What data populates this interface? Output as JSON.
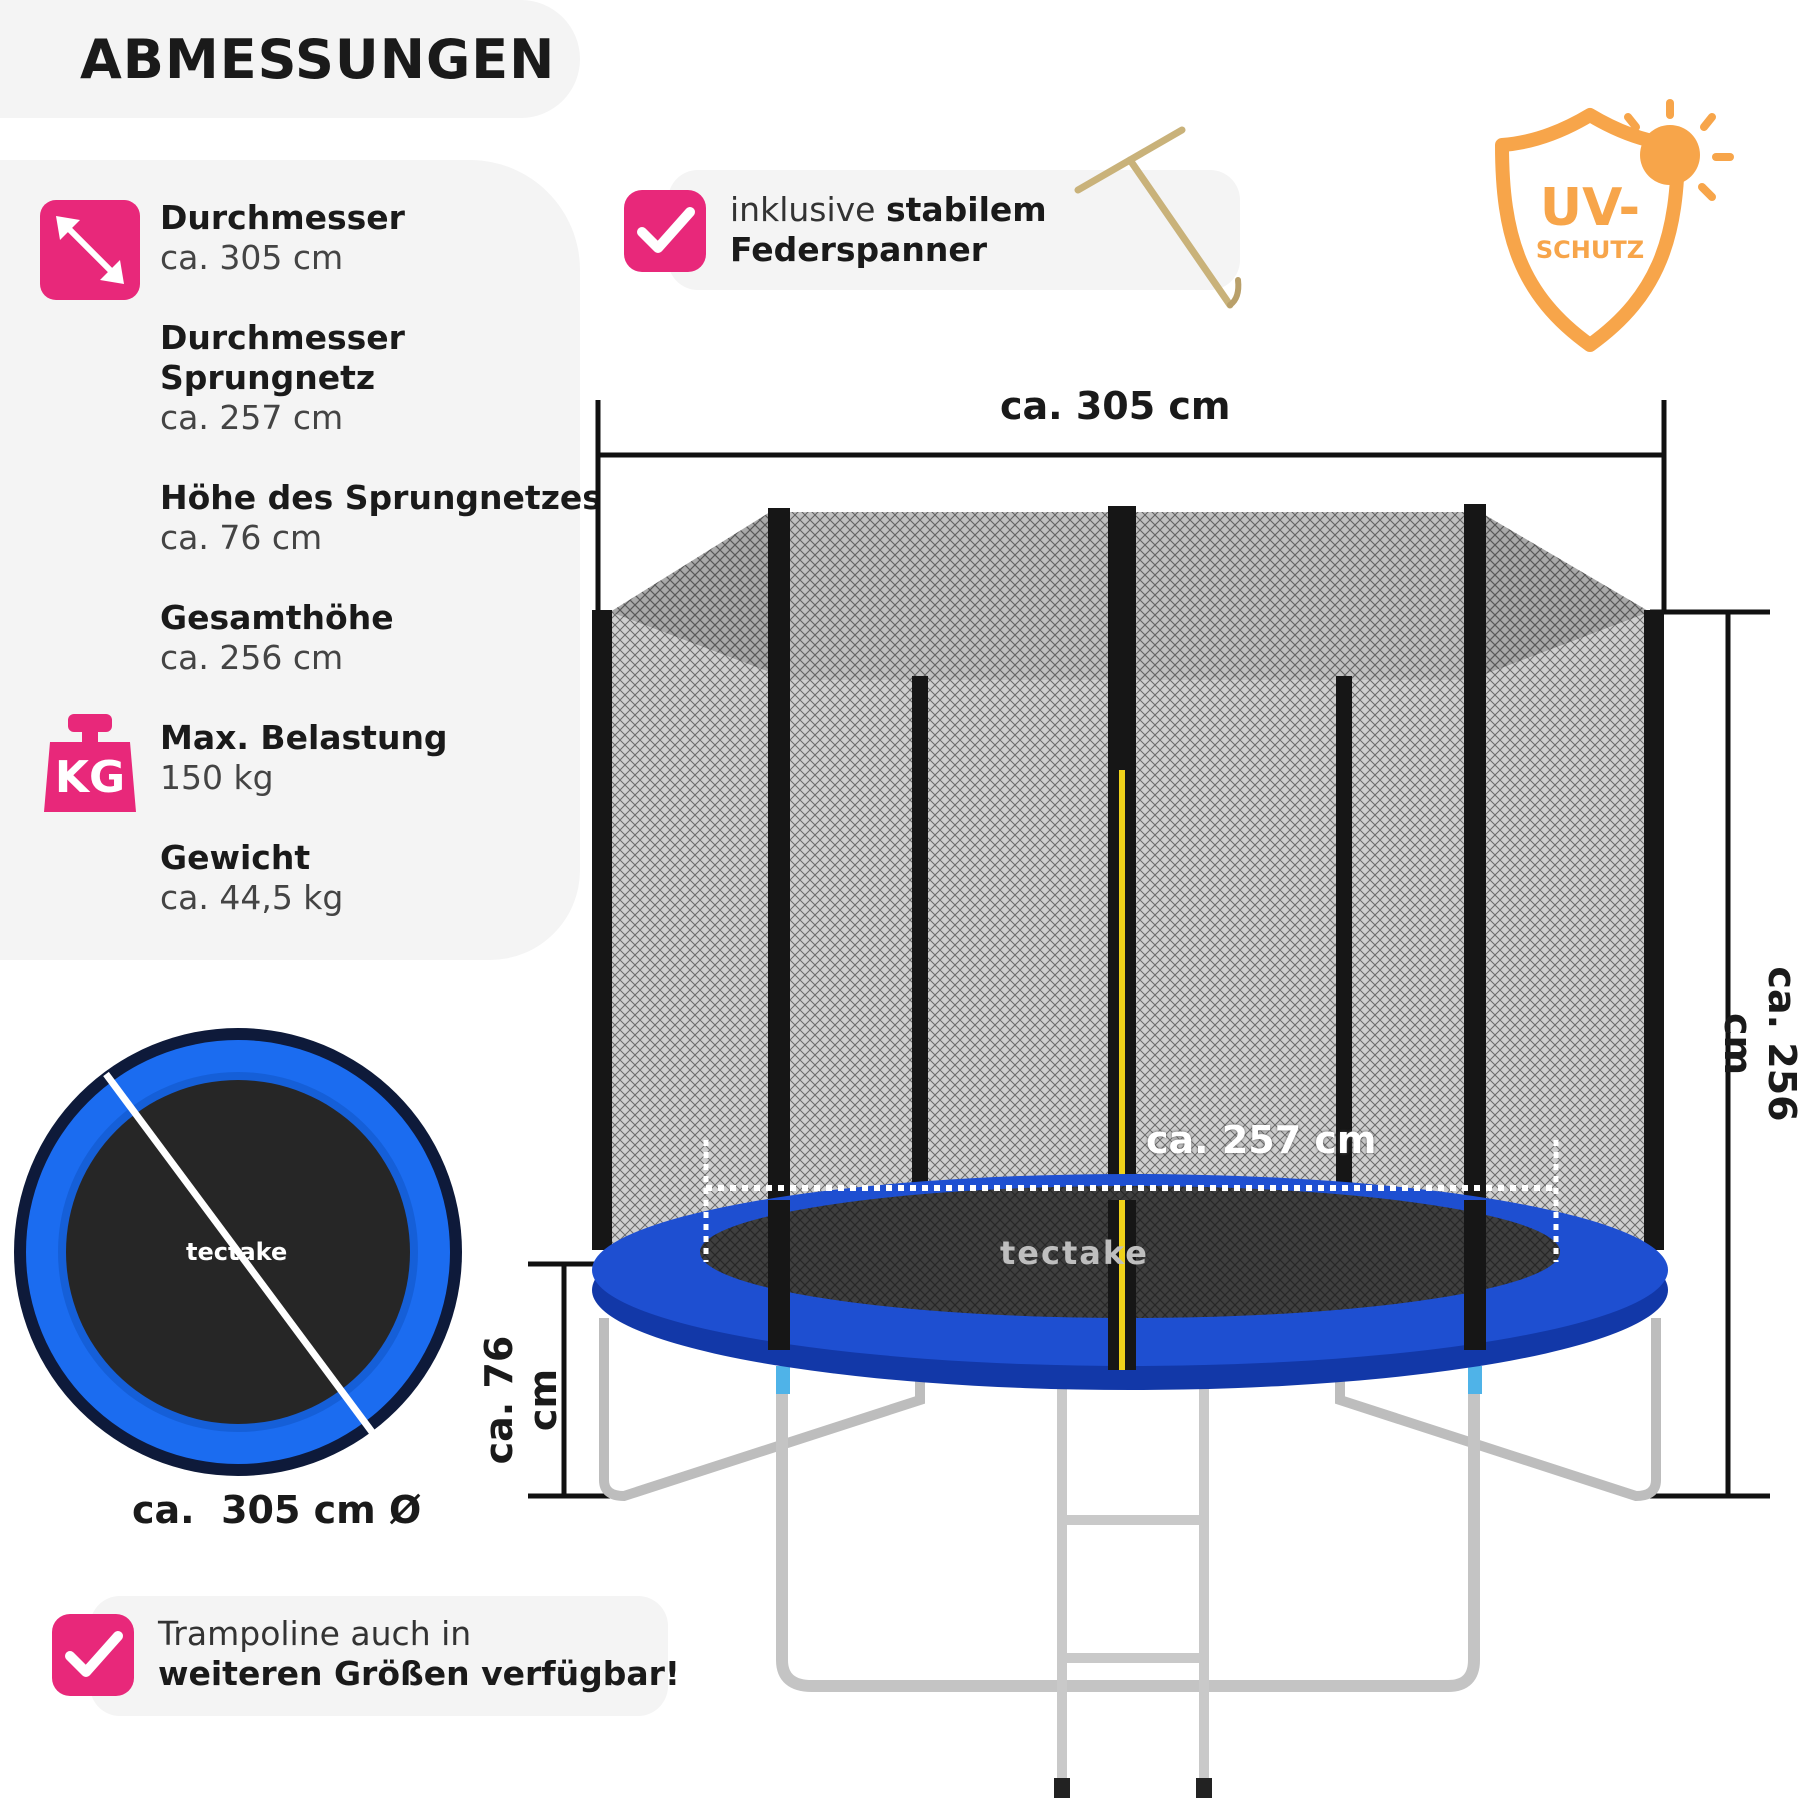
{
  "header": {
    "title": "ABMESSUNGEN"
  },
  "specs": {
    "diameter_label": "Durchmesser",
    "diameter_value": "ca. 305 cm",
    "mat_label_1": "Durchmesser",
    "mat_label_2": "Sprungnetz",
    "mat_value": "ca. 257 cm",
    "net_height_label": "Höhe des Sprungnetzes",
    "net_height_value": "ca. 76 cm",
    "total_height_label": "Gesamthöhe",
    "total_height_value": "ca. 256 cm",
    "max_load_label": "Max. Belastung",
    "max_load_value": "150 kg",
    "weight_label": "Gewicht",
    "weight_value": "ca. 44,5 kg",
    "kg_icon_text": "KG"
  },
  "tool_note": {
    "prefix": "inklusive ",
    "bold1": "stabilem",
    "bold2": "Federspanner"
  },
  "uv_badge": {
    "line1": "UV-",
    "line2": "SCHUTZ"
  },
  "dimensions": {
    "width_label": "ca. 305 cm",
    "height_label": "ca. 256 cm",
    "leg_label": "ca. 76 cm",
    "mat_label": "ca. 257 cm",
    "circle_label": "ca.  305 cm Ø"
  },
  "brand": {
    "logo_text": "tectake"
  },
  "sizes_note": {
    "line1": "Trampoline auch in",
    "line2": "weiteren Größen verfügbar!"
  },
  "colors": {
    "accent_pink": "#e8287a",
    "uv_orange": "#f7a54a",
    "pad_blue": "#1e4fd1",
    "panel_grey": "#f4f4f4"
  }
}
